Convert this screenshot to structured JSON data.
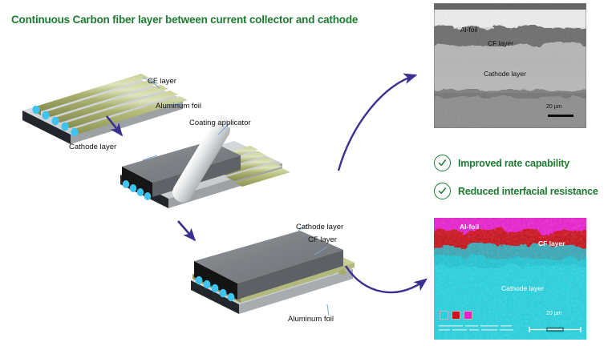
{
  "title": "Continuous Carbon fiber layer between current collector and cathode",
  "colors": {
    "title_green": "#1e7a32",
    "arrow_indigo": "#3b2f8f",
    "leader_blue": "#7fa8d8",
    "cf_fiber": "#a6ad6e",
    "cf_fiber_light": "#d5d9ae",
    "fiber_end_cyan": "#3fc3ef",
    "al_foil_gray": "#c9cdd0",
    "al_foil_dark": "#8e9295",
    "cathode_gray": "#808488",
    "cathode_dark": "#1c1c1c",
    "applicator_light": "#e9ebec",
    "applicator_shadow": "#b9bdc0",
    "eds_cyan": "#22d3e0",
    "eds_red": "#d0101c",
    "eds_magenta": "#ea1fd0"
  },
  "schematic": {
    "step1_labels": [
      {
        "name": "cf-layer",
        "text": "CF layer"
      },
      {
        "name": "aluminum-foil",
        "text": "Aluminum foil"
      }
    ],
    "step2_labels": [
      {
        "name": "coating-applicator",
        "text": "Coating applicator"
      },
      {
        "name": "cathode-layer",
        "text": "Cathode layer"
      }
    ],
    "step3_labels": [
      {
        "name": "cathode-layer",
        "text": "Cathode layer"
      },
      {
        "name": "cf-layer",
        "text": "CF layer"
      },
      {
        "name": "aluminum-foil",
        "text": "Aluminum foil"
      }
    ]
  },
  "sem_panel": {
    "name": "sem-cross-section",
    "labels": [
      {
        "name": "al-foil",
        "text": "Al-foil"
      },
      {
        "name": "cf-layer",
        "text": "CF layer"
      },
      {
        "name": "cathode-layer",
        "text": "Cathode layer"
      }
    ],
    "scalebar": "20 µm"
  },
  "eds_panel": {
    "name": "eds-elemental-map",
    "labels": [
      {
        "name": "al-foil",
        "text": "Al-foil"
      },
      {
        "name": "cf-layer",
        "text": "CF layer"
      },
      {
        "name": "cathode-layer",
        "text": "Cathode layer"
      }
    ],
    "scalebar": "20 µm",
    "legend_swatches": [
      "#22d3e0",
      "#d0101c",
      "#ea1fd0"
    ],
    "inset_scalebar": "20 µm"
  },
  "benefits": [
    {
      "name": "improved-rate-capability",
      "text": "Improved rate capability"
    },
    {
      "name": "reduced-interfacial-resistance",
      "text": "Reduced interfacial resistance"
    }
  ]
}
